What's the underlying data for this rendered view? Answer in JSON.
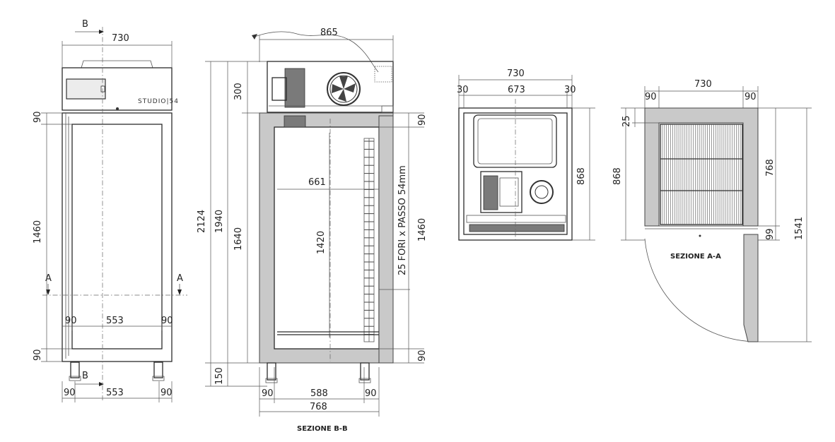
{
  "front_view": {
    "width_total": "730",
    "section_b": "B",
    "section_a": "A",
    "logo": "STUDIO|54",
    "h_top": "90",
    "h_mid": "1460",
    "h_bottom": "90",
    "inner_side_left": "90",
    "inner_width": "553",
    "inner_side_right": "90",
    "base_side_left": "90",
    "base_width": "553",
    "base_side_right": "90"
  },
  "section_bb": {
    "width_total": "865",
    "h_total": "2124",
    "h_body": "1940",
    "h_top_unit": "300",
    "h_cabinet": "1640",
    "h_feet": "150",
    "shelf_width": "661",
    "shelf_height": "1420",
    "holes_note": "25 FORI x PASSO 54mm",
    "h_right_top": "90",
    "h_right_mid": "1460",
    "h_right_bottom": "90",
    "base_left": "90",
    "base_mid": "588",
    "base_right": "90",
    "base_total": "768",
    "caption": "SEZIONE B-B"
  },
  "top_view": {
    "width_total": "730",
    "side_left": "30",
    "inner": "673",
    "side_right": "30",
    "depth": "868"
  },
  "section_aa": {
    "width_total": "730",
    "side_left": "90",
    "side_right": "90",
    "depth": "868",
    "gap": "25",
    "inner_depth": "768",
    "door_gap": "99",
    "swing": "1541",
    "caption": "SEZIONE A-A"
  }
}
